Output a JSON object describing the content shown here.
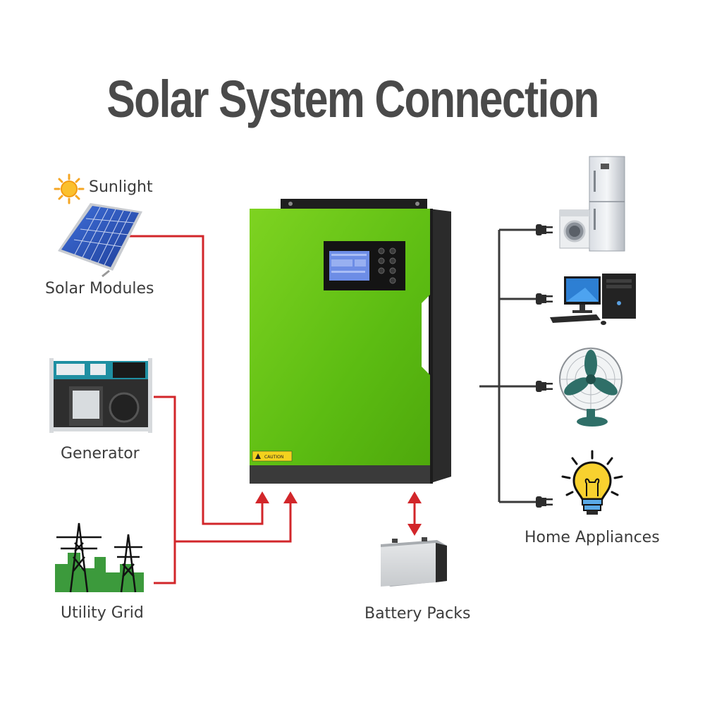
{
  "title": "Solar System Connection",
  "labels": {
    "sunlight": "Sunlight",
    "solar_modules": "Solar Modules",
    "generator": "Generator",
    "utility_grid": "Utility Grid",
    "battery_packs": "Battery Packs",
    "home_appliances": "Home Appliances"
  },
  "inverter": {
    "caution_label": "CAUTION"
  },
  "colors": {
    "inverter_green": "#63c21a",
    "inverter_dark": "#333333",
    "input_line_red": "#d2262a",
    "output_line_dark": "#3a3a3a",
    "title_gray": "#4a4a4a"
  }
}
